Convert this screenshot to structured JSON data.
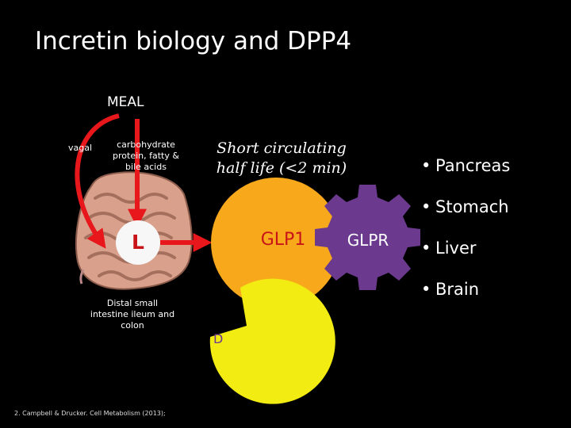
{
  "slide": {
    "title": "Incretin biology and DPP4",
    "meal_label": "MEAL",
    "vagal_label": "vagal",
    "nutrients_label": "carbohydrate protein, fatty & bile acids",
    "l_cell_label": "L",
    "intestine_label": "Distal small intestine ileum and colon",
    "half_life_label": "Short circulating half life (<2 min)",
    "glp1_label": "GLP1",
    "glpr_label": "GLPR",
    "dpp4_label": "D",
    "targets": [
      "Pancreas",
      "Stomach",
      "Liver",
      "Brain"
    ],
    "citation": "2. Campbell & Drucker. Cell Metabolism (2013);"
  },
  "colors": {
    "background": "#000000",
    "arrow_red": "#e8171b",
    "glp1_orange": "#f7a81b",
    "dpp4_yellow": "#f2ec13",
    "glpr_purple": "#6b3a8e",
    "intestine_pink": "#d9a08c"
  }
}
